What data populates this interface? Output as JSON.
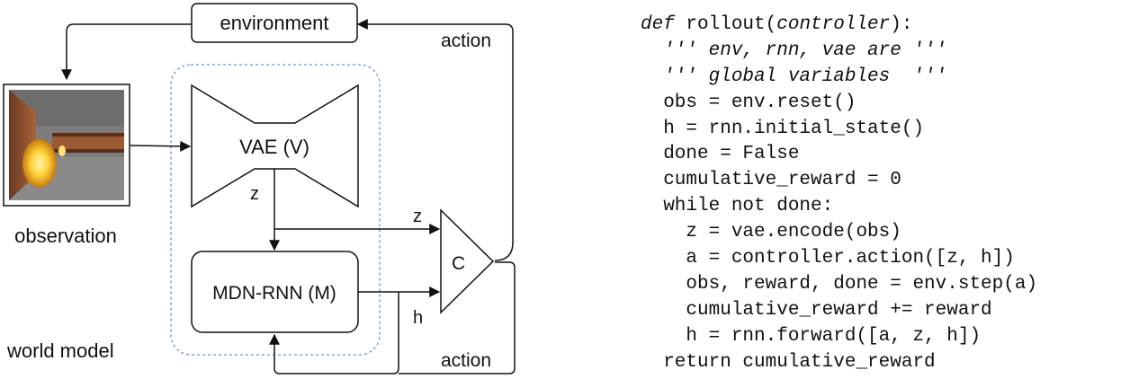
{
  "diagram": {
    "environment_label": "environment",
    "action_top_label": "action",
    "action_bottom_label": "action",
    "observation_label": "observation",
    "world_model_label": "world model",
    "vae_label": "VAE (V)",
    "z_vae_label": "z",
    "z_c_label": "z",
    "mdn_label": "MDN-RNN (M)",
    "h_label": "h",
    "controller_label": "C"
  },
  "code": {
    "lines": [
      {
        "pre": "",
        "kw": "def",
        "post": " rollout(",
        "arg": "controller",
        "tail": "):"
      },
      {
        "comment": "  ''' env, rnn, vae are '''"
      },
      {
        "comment": "  ''' global variables  '''"
      },
      {
        "text": "  obs = env.reset()"
      },
      {
        "text": "  h = rnn.initial_state()"
      },
      {
        "text": "  done = False"
      },
      {
        "text": "  cumulative_reward = 0"
      },
      {
        "text": "  while not done:"
      },
      {
        "text": "    z = vae.encode(obs)"
      },
      {
        "text": "    a = controller.action([z, h])"
      },
      {
        "text": "    obs, reward, done = env.step(a)"
      },
      {
        "text": "    cumulative_reward += reward"
      },
      {
        "text": "    h = rnn.forward([a, z, h])"
      },
      {
        "text": "  return cumulative_reward"
      }
    ]
  },
  "colors": {
    "line": "#111111",
    "dashed_border": "#6a93c9",
    "game_wall": "#8a4a2a",
    "game_fire": "#ffd94a"
  }
}
